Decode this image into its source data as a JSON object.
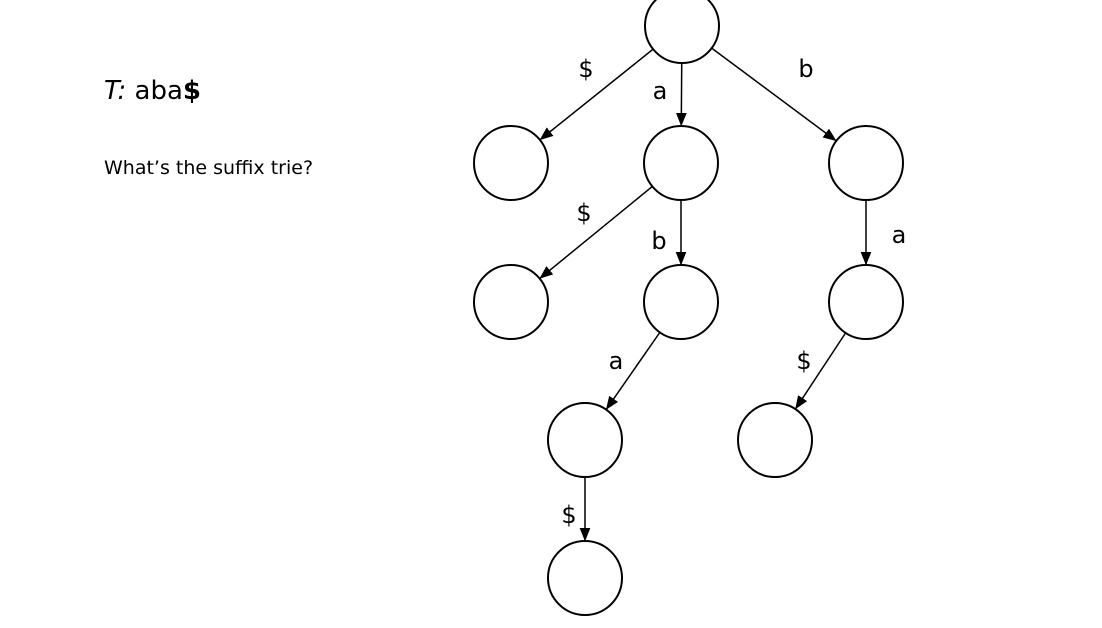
{
  "text": {
    "title_var": "T:",
    "title_str": "aba",
    "title_dollar": "$",
    "question": "What’s the suffix trie?"
  },
  "trie": {
    "edges": [
      {
        "from": "root",
        "to": "n1",
        "label": "$"
      },
      {
        "from": "root",
        "to": "n2",
        "label": "a"
      },
      {
        "from": "root",
        "to": "n3",
        "label": "b"
      },
      {
        "from": "n2",
        "to": "n4",
        "label": "$"
      },
      {
        "from": "n2",
        "to": "n5",
        "label": "b"
      },
      {
        "from": "n3",
        "to": "n6",
        "label": "a"
      },
      {
        "from": "n5",
        "to": "n7",
        "label": "a"
      },
      {
        "from": "n6",
        "to": "n8",
        "label": "$"
      },
      {
        "from": "n7",
        "to": "n9",
        "label": "$"
      }
    ]
  }
}
